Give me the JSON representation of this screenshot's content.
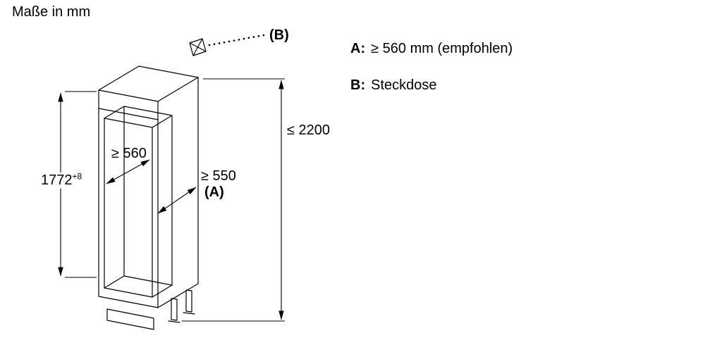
{
  "title": "Maße in mm",
  "dimensions": {
    "niche_height": {
      "value": "1772",
      "tolerance": "+8"
    },
    "max_height": "≤ 2200",
    "niche_depth": "≥ 560",
    "min_depth": "≥ 550",
    "min_depth_ref": "(A)",
    "socket_ref": "(B)"
  },
  "legend": {
    "items": [
      {
        "key": "A:",
        "text": "≥ 560 mm (empfohlen)"
      },
      {
        "key": "B:",
        "text": "Steckdose"
      }
    ]
  },
  "icons": {
    "socket": "socket-outlet-symbol"
  },
  "colors": {
    "line": "#000000",
    "background": "#ffffff"
  }
}
